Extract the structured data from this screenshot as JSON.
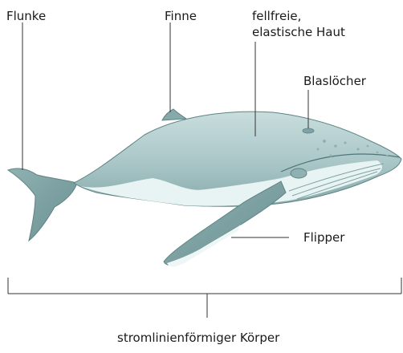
{
  "labels": {
    "flunke": "Flunke",
    "finne": "Finne",
    "haut_line1": "fellfreie,",
    "haut_line2": "elastische Haut",
    "blasloecher": "Blaslöcher",
    "flipper": "Flipper",
    "koerper": "stromlinienförmiger Körper"
  },
  "colors": {
    "body_light": "#bfd5d5",
    "body_mid": "#9dbcbd",
    "body_dark": "#6f9596",
    "belly": "#eef6f6",
    "leader_line": "#333333"
  }
}
